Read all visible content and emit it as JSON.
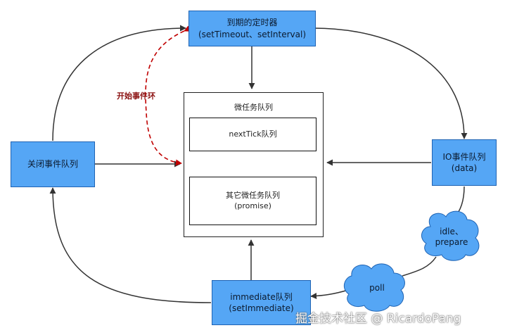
{
  "nodes": {
    "timers": {
      "line1": "到期的定时器",
      "line2": "(setTimeout、setInterval)"
    },
    "close": {
      "line1": "关闭事件队列"
    },
    "io": {
      "line1": "IO事件队列",
      "line2": "(data)"
    },
    "immediate": {
      "line1": "immediate队列",
      "line2": "(setImmediate)"
    },
    "idle": {
      "line1": "idle、",
      "line2": "prepare"
    },
    "poll": {
      "line1": "poll"
    },
    "microtask": {
      "title": "微任务队列",
      "nexttick": "nextTick队列",
      "other_line1": "其它微任务队列",
      "other_line2": "(promise)"
    }
  },
  "start_label": "开始事件环",
  "watermark": "掘金技术社区 @ RicardoPang",
  "colors": {
    "node_fill": "#55a6f5",
    "node_border": "#1f63b3",
    "start_arrow": "#c00000"
  }
}
